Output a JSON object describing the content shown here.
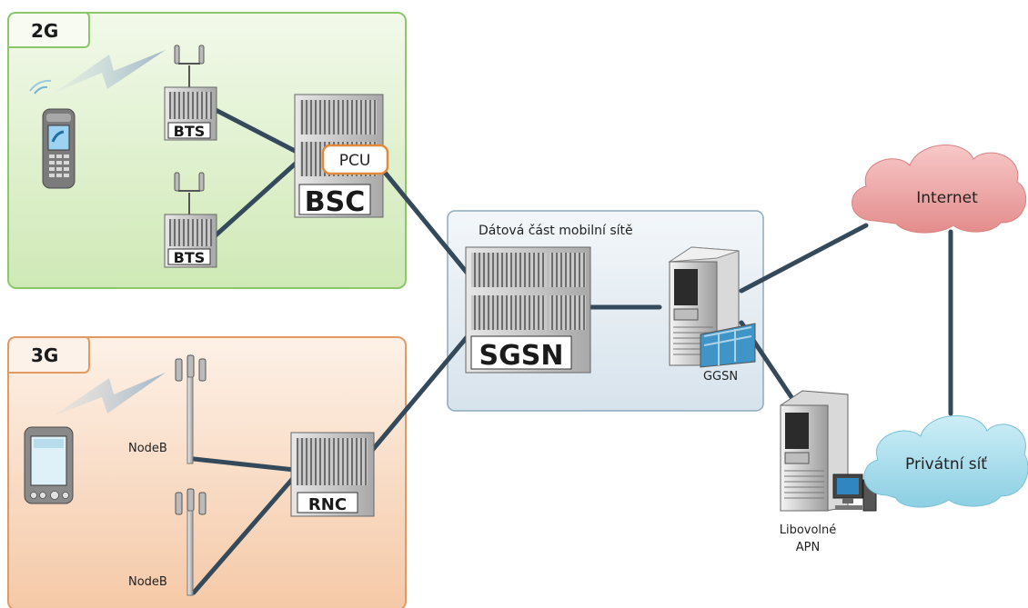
{
  "zones": {
    "g2": {
      "label": "2G"
    },
    "g3": {
      "label": "3G"
    },
    "core": {
      "label": "Dátová část mobilní sítě"
    }
  },
  "nodes": {
    "bts1": "BTS",
    "bts2": "BTS",
    "bsc": "BSC",
    "pcu": "PCU",
    "nodeb1": "NodeB",
    "nodeb2": "NodeB",
    "rnc": "RNC",
    "sgsn": "SGSN",
    "ggsn": "GGSN",
    "apn_line1": "Libovolné",
    "apn_line2": "APN"
  },
  "clouds": {
    "internet": "Internet",
    "private": "Privátní síť"
  },
  "colors": {
    "zone_2g_fill": "#e6f4d6",
    "zone_2g_border": "#8cc86a",
    "zone_3g_fill": "#fbe3d2",
    "zone_3g_border": "#e39a62",
    "core_fill": "#e6eef4",
    "core_border": "#8fa9bd",
    "link": "#34495a",
    "pcu_border": "#e08a3c",
    "internet_cloud": "#f2a7a7",
    "private_cloud": "#a9dcea"
  }
}
